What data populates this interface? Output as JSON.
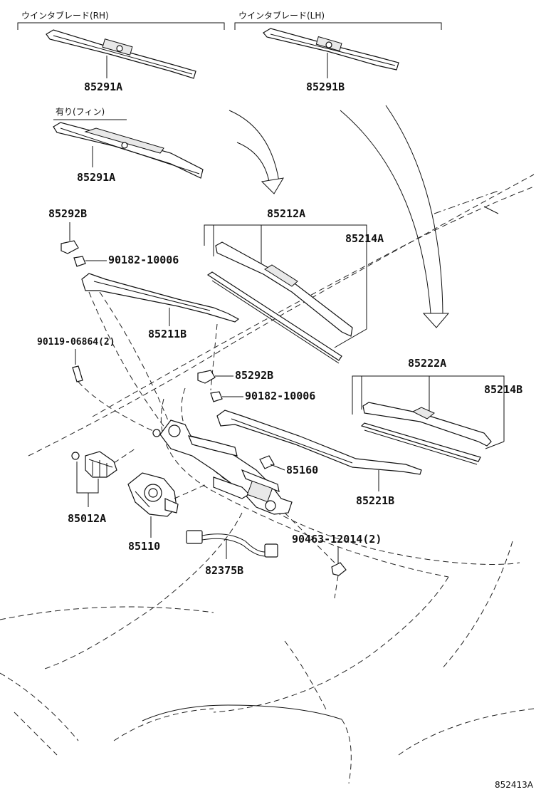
{
  "headers": {
    "rh": "ウインタブレード(RH)",
    "lh": "ウインタブレード(LH)",
    "fin": "有り(フィン)"
  },
  "parts": {
    "p85291A_top": "85291A",
    "p85291B": "85291B",
    "p85291A_fin": "85291A",
    "p85292B_top": "85292B",
    "p90182_top": "90182-10006",
    "p85212A": "85212A",
    "p85214A": "85214A",
    "p85211B": "85211B",
    "p90119": "90119-06864(2)",
    "p85292B_mid": "85292B",
    "p90182_mid": "90182-10006",
    "p85222A": "85222A",
    "p85214B": "85214B",
    "p85160": "85160",
    "p85221B": "85221B",
    "p85012A": "85012A",
    "p85110": "85110",
    "p90463": "90463-12014(2)",
    "p82375B": "82375B"
  },
  "footer": {
    "diagram_id": "852413A"
  }
}
